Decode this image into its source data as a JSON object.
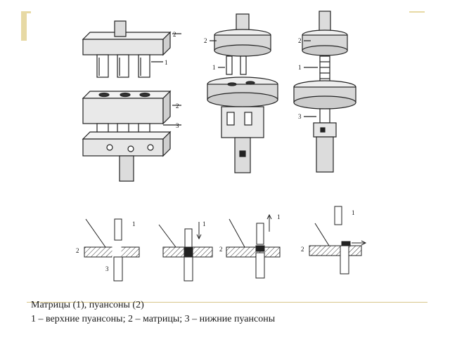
{
  "slide": {
    "caption_title": "Матрицы (1), пуансоны (2)",
    "caption_legend": "1 – верхние пуансоны; 2 – матрицы; 3 – нижние пуансоны"
  },
  "figure": {
    "labels": [
      "1",
      "2",
      "3"
    ],
    "accent_color": "#e7d9a4"
  }
}
